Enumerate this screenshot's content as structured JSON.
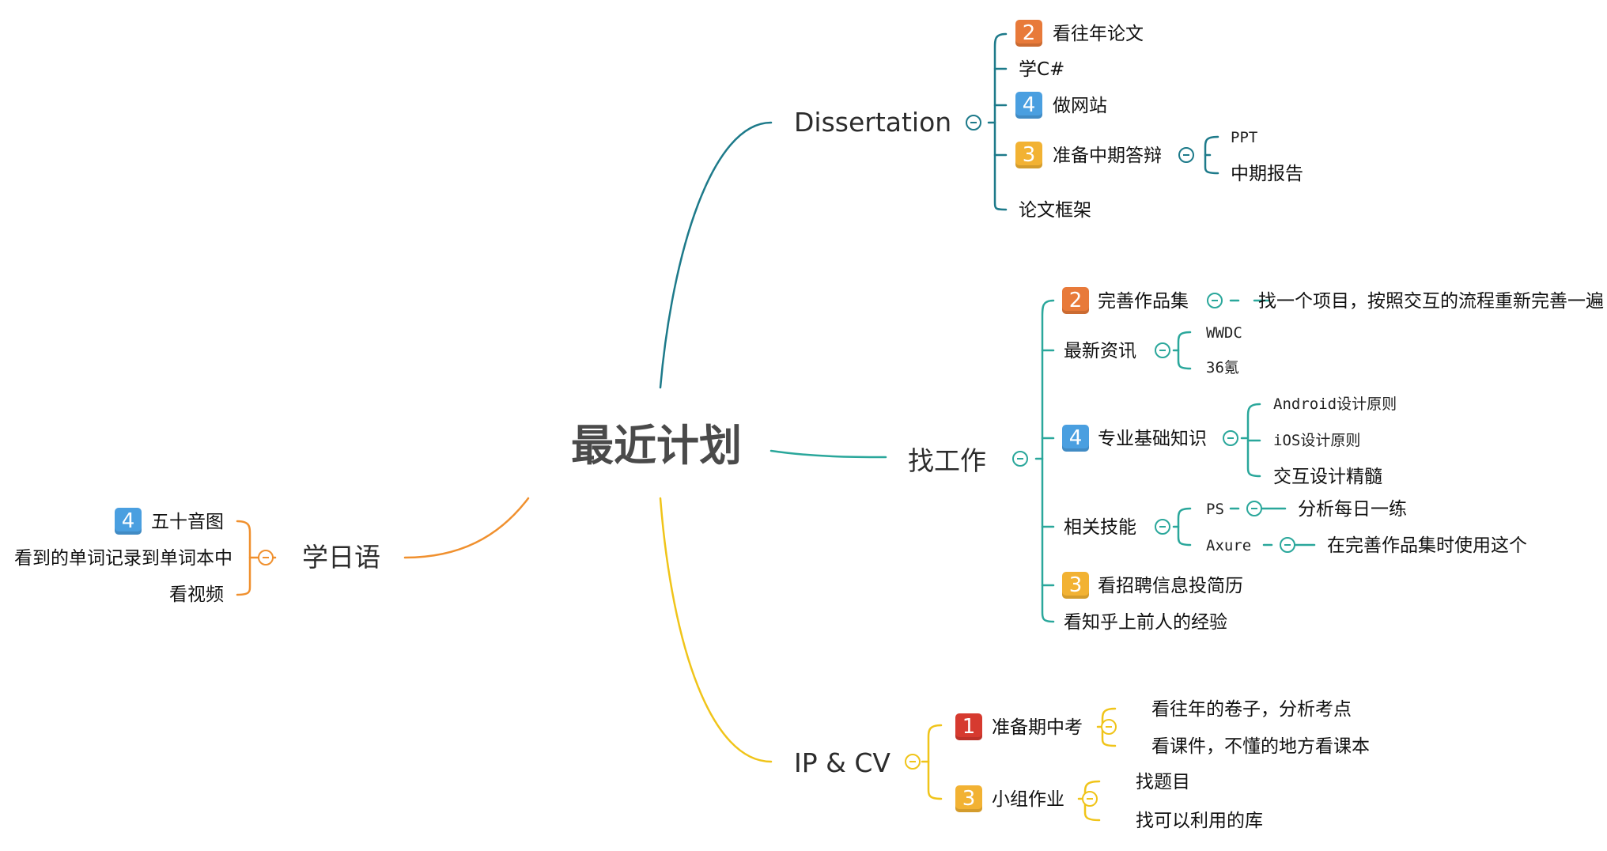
{
  "colors": {
    "dissertation": "#1d7a8a",
    "job": "#2aa79b",
    "ipcv": "#f0c419",
    "japanese": "#f0902e",
    "priority_1": "#d63a2f",
    "priority_2": "#e87a3a",
    "priority_3": "#f2b233",
    "priority_4": "#4a9fe0"
  },
  "root": {
    "label": "最近计划"
  },
  "dissertation": {
    "label": "Dissertation",
    "items": [
      {
        "label": "看往年论文",
        "priority": "2"
      },
      {
        "label": "学C#"
      },
      {
        "label": "做网站",
        "priority": "4"
      },
      {
        "label": "准备中期答辩",
        "priority": "3",
        "children": [
          "PPT",
          "中期报告"
        ]
      },
      {
        "label": "论文框架"
      }
    ]
  },
  "job": {
    "label": "找工作",
    "items": [
      {
        "label": "完善作品集",
        "priority": "2",
        "children": [
          "找一个项目，按照交互的流程重新完善一遍"
        ]
      },
      {
        "label": "最新资讯",
        "children": [
          "WWDC",
          "36氪"
        ]
      },
      {
        "label": "专业基础知识",
        "priority": "4",
        "children": [
          "Android设计原则",
          "iOS设计原则",
          "交互设计精髓"
        ]
      },
      {
        "label": "相关技能",
        "children": [
          "PS",
          "Axure"
        ],
        "grandchildren": [
          "分析每日一练",
          "在完善作品集时使用这个"
        ]
      },
      {
        "label": "看招聘信息投简历",
        "priority": "3"
      },
      {
        "label": "看知乎上前人的经验"
      }
    ]
  },
  "ipcv": {
    "label": "IP & CV",
    "items": [
      {
        "label": "准备期中考",
        "priority": "1",
        "children": [
          "看往年的卷子，分析考点",
          "看课件，不懂的地方看课本"
        ]
      },
      {
        "label": "小组作业",
        "priority": "3",
        "children": [
          "找题目",
          "找可以利用的库"
        ]
      }
    ]
  },
  "japanese": {
    "label": "学日语",
    "items": [
      {
        "label": "五十音图",
        "priority": "4"
      },
      {
        "label": "看到的单词记录到单词本中"
      },
      {
        "label": "看视频"
      }
    ]
  }
}
